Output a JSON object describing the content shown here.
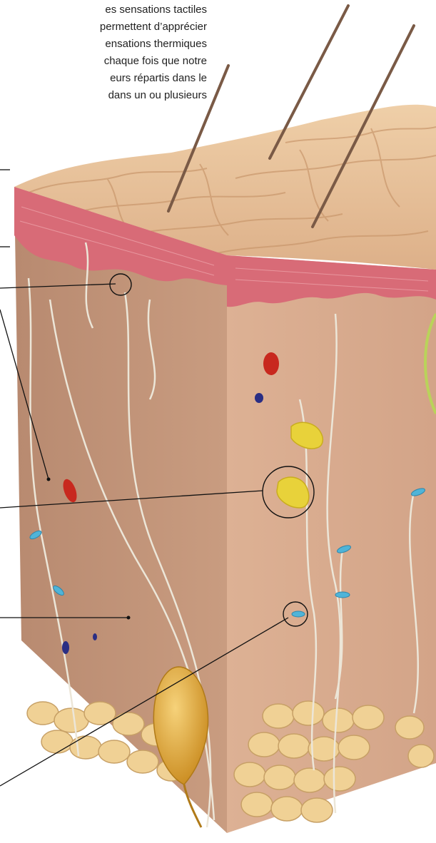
{
  "intro": {
    "lines": [
      "es sensations tactiles",
      "permettent d’apprécier",
      "ensations thermiques",
      "chaque fois que notre",
      "eurs répartis dans le",
      "dans un ou plusieurs"
    ]
  },
  "colors": {
    "epidermis_surface": "#e2b98c",
    "epidermis_layer": "#d86b77",
    "dermis": "#c89a7f",
    "dermis_right": "#d6a78b",
    "fat_cells": "#f0d195",
    "hair": "#7a5a46",
    "nerve_fiber": "#ece6d8",
    "blood_red": "#c8281e",
    "blood_blue": "#2a2e84",
    "receptor_yellow": "#e8d23a",
    "receptor_blue": "#4fb4d8",
    "receptor_gold": "#d89a28",
    "vessel_green": "#b9d35a",
    "leader_line": "#111111"
  }
}
